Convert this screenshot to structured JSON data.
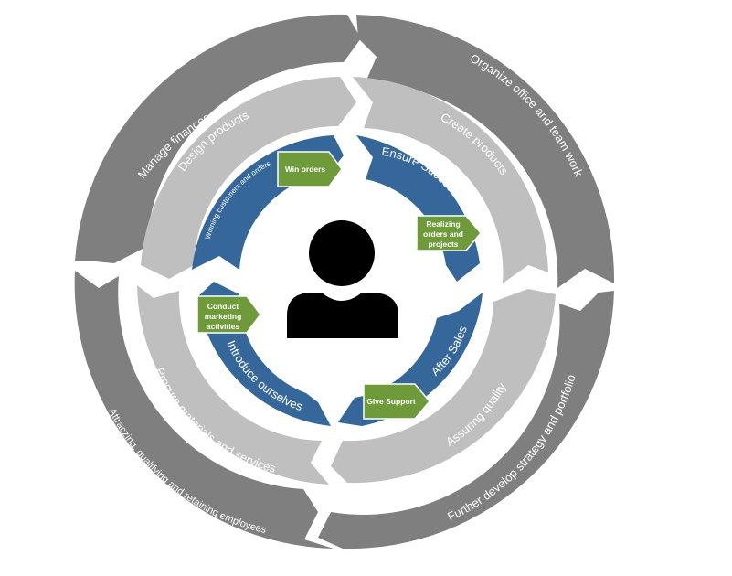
{
  "colors": {
    "outer_ring": "#7f7f7f",
    "middle_ring": "#bfbfbf",
    "inner_ring": "#35679a",
    "green_box": "#6e9a3a",
    "person": "#000000",
    "background": "#ffffff"
  },
  "outer_ring": {
    "manage_finances": "Manage finances",
    "organize_office": "Organize office and team work",
    "further_develop": "Further develop strategy and portfolio",
    "attracting": "Attraczing, qualifying and retaining employees"
  },
  "middle_ring": {
    "design_products": "Design products",
    "create_products": "Create products",
    "assuring_quality": "Assuring quality",
    "procure": "Procure materials and services"
  },
  "inner_ring": {
    "winning": "Winning customers and orders",
    "ensure_succes": "Ensure Succes",
    "after_sales": "After Sales",
    "introduce": "Introduce ourselves"
  },
  "green_boxes": {
    "win_orders": "Win orders",
    "realizing_1": "Realizing",
    "realizing_2": "orders and",
    "realizing_3": "projects",
    "give_support": "Give Support",
    "conduct_1": "Conduct",
    "conduct_2": "marketing",
    "conduct_3": "activities"
  },
  "center": {
    "icon": "person-icon"
  }
}
